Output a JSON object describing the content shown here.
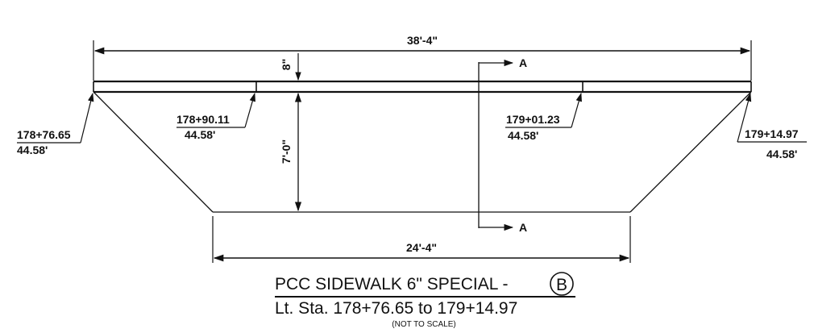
{
  "dimensions": {
    "top_width": "38'-4\"",
    "bottom_width": "24'-4\"",
    "depth": "7'-0\"",
    "slab": "8\""
  },
  "stations": [
    {
      "station": "178+76.65",
      "offset": "44.58'"
    },
    {
      "station": "178+90.11",
      "offset": "44.58'"
    },
    {
      "station": "179+01.23",
      "offset": "44.58'"
    },
    {
      "station": "179+14.97",
      "offset": "44.58'"
    }
  ],
  "section_marks": {
    "top": "A",
    "bottom": "A"
  },
  "title": {
    "line1": "PCC SIDEWALK 6\" SPECIAL  -",
    "badge": "B",
    "line2": "Lt. Sta. 178+76.65 to 179+14.97",
    "note": "(NOT TO SCALE)"
  },
  "colors": {
    "ink": "#111111",
    "background": "#ffffff"
  }
}
